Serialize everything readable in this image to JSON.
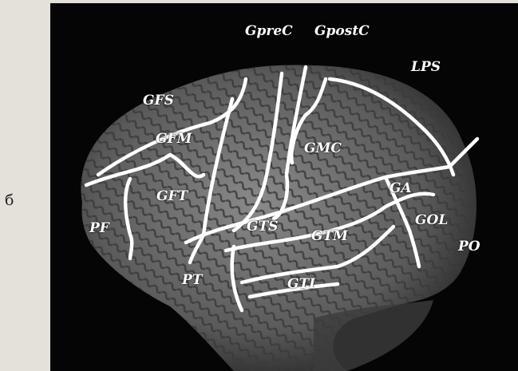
{
  "side_label": "б",
  "labels": {
    "gprec": "GpreC",
    "gpostc": "GpostC",
    "lps": "LPS",
    "gfs": "GFS",
    "gfm": "GFM",
    "gmc": "GMC",
    "gft": "GFT",
    "ga": "GA",
    "pf": "PF",
    "gts": "GTS",
    "gol": "GOL",
    "gtm": "GTM",
    "po": "PO",
    "pt": "PT",
    "gti": "GTI"
  },
  "colors": {
    "background_page": "#e4e1da",
    "figure_background": "#050505",
    "sulcus_lines": "#ffffff",
    "brain_tissue": "#6a6a6a"
  }
}
